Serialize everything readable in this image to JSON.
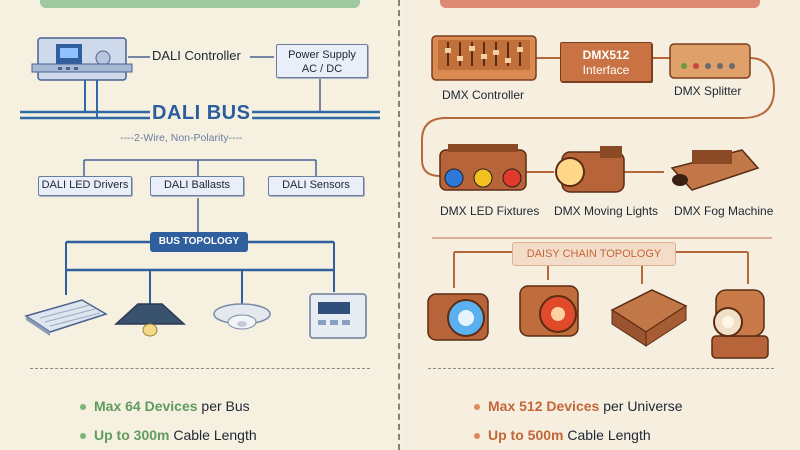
{
  "colors": {
    "dali_accent": "#2f6aa8",
    "dmx_accent": "#c4663a",
    "left_header": "#9fc9a0",
    "right_header": "#dd8a72"
  },
  "dali": {
    "controller_label": "DALI Controller",
    "power_supply_line1": "Power Supply",
    "power_supply_line2": "AC / DC",
    "bus_title": "DALI BUS",
    "bus_subtitle": "----2-Wire, Non-Polarity----",
    "nodes": [
      "DALI LED Drivers",
      "DALI Ballasts",
      "DALI Sensors"
    ],
    "topology_label": "BUS TOPOLOGY",
    "devices": [
      "panel-light-icon",
      "pendant-lamp-icon",
      "ceiling-sensor-icon",
      "wall-controller-icon"
    ],
    "specs": [
      {
        "hl": "Max 64 Devices",
        "rest": " per Bus"
      },
      {
        "hl": "Up to 300m",
        "rest": " Cable Length"
      }
    ]
  },
  "dmx": {
    "controller_label": "DMX Controller",
    "interface_line1": "DMX512",
    "interface_line2": "Interface",
    "splitter_label": "DMX Splitter",
    "fixtures": [
      "DMX LED Fixtures",
      "DMX Moving Lights",
      "DMX Fog Machine"
    ],
    "topology_label": "DAISY CHAIN TOPOLOGY",
    "chain_devices": [
      "par-light-icon",
      "spot-light-icon",
      "fog-unit-icon",
      "moving-head-icon"
    ],
    "specs": [
      {
        "hl": "Max 512 Devices",
        "rest": " per Universe"
      },
      {
        "hl": "Up to 500m",
        "rest": " Cable Length"
      }
    ]
  }
}
